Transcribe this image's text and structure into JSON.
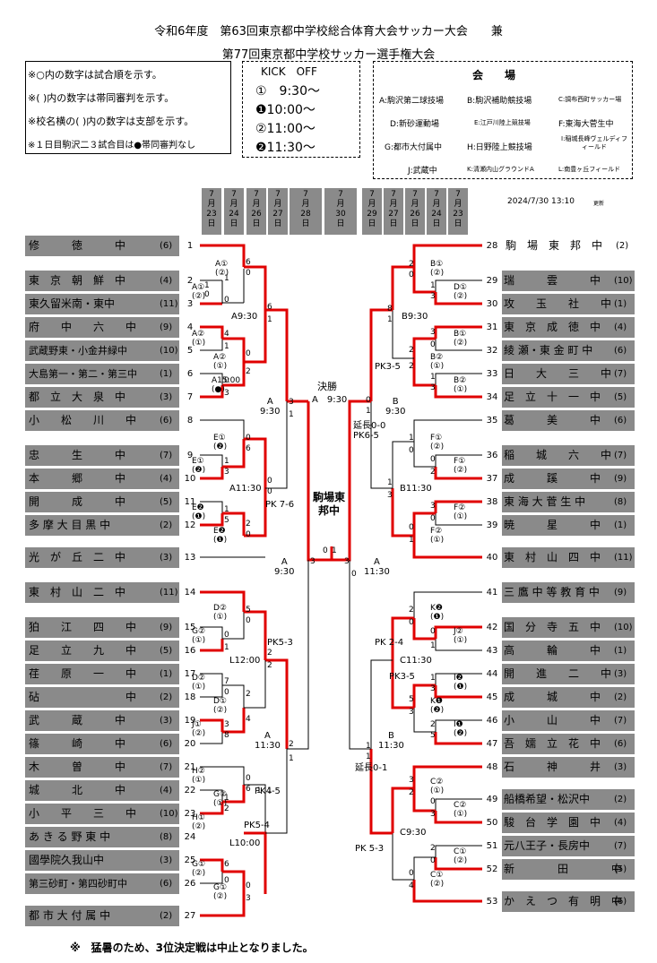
{
  "title_line1": "令和6年度　第63回東京都中学校総合体育大会サッカー大会　　兼",
  "title_line2": "第77回東京都中学校サッカー選手権大会",
  "notes": [
    "※○内の数字は試合順を示す。",
    "※( )内の数字は帯同審判を示す。",
    "※校名横の( )内の数字は支部を示す。",
    "※１日目駒沢二３試合目は●帯同審判なし"
  ],
  "kickoff": {
    "title": "KICK　OFF",
    "times": [
      "①　9:30～",
      "❶10:00～",
      "②11:00～",
      "❷11:30～"
    ]
  },
  "venues": {
    "title": "会　　場",
    "items": [
      "A:駒沢第二球技場",
      "B:駒沢補助競技場",
      "C:調布西町サッカー場",
      "D:新砂運動場",
      "E:江戸川陸上競技場",
      "F:東海大菅生中",
      "G:都市大付属中",
      "H:日野陸上競技場",
      "I:稲城長峰ヴェルディフィールド",
      "J:武蔵中",
      "K:清瀬内山グラウンドA",
      "L:南豊ヶ丘フィールド"
    ]
  },
  "dates": [
    [
      "7",
      "月",
      "23",
      "日"
    ],
    [
      "7",
      "月",
      "24",
      "日"
    ],
    [
      "7",
      "月",
      "26",
      "日"
    ],
    [
      "7",
      "月",
      "27",
      "日"
    ],
    [
      "7",
      "月",
      "28",
      "日"
    ],
    [
      "7",
      "月",
      "30",
      "日"
    ],
    [
      "7",
      "月",
      "29",
      "日"
    ],
    [
      "7",
      "月",
      "27",
      "日"
    ],
    [
      "7",
      "月",
      "26",
      "日"
    ],
    [
      "7",
      "月",
      "24",
      "日"
    ],
    [
      "7",
      "月",
      "23",
      "日"
    ]
  ],
  "updated": "2024/7/30 13:10",
  "updated_suffix": "更新",
  "left_teams": [
    {
      "no": "1",
      "name": "修　　　徳　　　中",
      "br": "(6)"
    },
    {
      "no": "2",
      "name": "東　京　朝　鮮　中",
      "br": "(4)"
    },
    {
      "no": "3",
      "name": "東久留米南・東中",
      "br": "(11)"
    },
    {
      "no": "4",
      "name": "府　　中　　六　　中",
      "br": "(9)"
    },
    {
      "no": "5",
      "name": "武蔵野東・小金井緑中",
      "br": "(10)"
    },
    {
      "no": "6",
      "name": "大島第一・第二・第三中",
      "br": "(1)"
    },
    {
      "no": "7",
      "name": "都　立　大　泉　中",
      "br": "(3)"
    },
    {
      "no": "8",
      "name": "小　　松　　川　　中",
      "br": "(6)"
    },
    {
      "no": "9",
      "name": "忠　　　生　　　中",
      "br": "(7)"
    },
    {
      "no": "10",
      "name": "本　　　郷　　　中",
      "br": "(4)"
    },
    {
      "no": "11",
      "name": "開　　　成　　　中",
      "br": "(5)"
    },
    {
      "no": "12",
      "name": "多 摩 大 目 黒 中",
      "br": "(2)"
    },
    {
      "no": "13",
      "name": "光　が　丘　二　中",
      "br": "(3)"
    },
    {
      "no": "14",
      "name": "東　村　山　二　中",
      "br": "(11)"
    },
    {
      "no": "15",
      "name": "狛　　江　　四　　中",
      "br": "(9)"
    },
    {
      "no": "16",
      "name": "足　　立　　九　　中",
      "br": "(5)"
    },
    {
      "no": "17",
      "name": "荏　　原　　一　　中",
      "br": "(1)"
    },
    {
      "no": "18",
      "name": "砧　　　　　　　　中",
      "br": "(2)"
    },
    {
      "no": "19",
      "name": "武　　　蔵　　　中",
      "br": "(3)"
    },
    {
      "no": "20",
      "name": "篠　　　崎　　　中",
      "br": "(6)"
    },
    {
      "no": "21",
      "name": "木　　　曽　　　中",
      "br": "(7)"
    },
    {
      "no": "22",
      "name": "城　　　北　　　中",
      "br": "(4)"
    },
    {
      "no": "23",
      "name": "小　　平　　三　　中",
      "br": "(10)"
    },
    {
      "no": "24",
      "name": "あ き る 野 東 中",
      "br": "(8)"
    },
    {
      "no": "25",
      "name": "國學院久我山中",
      "br": "(3)"
    },
    {
      "no": "26",
      "name": "第三砂町・第四砂町中",
      "br": "(6)"
    },
    {
      "no": "27",
      "name": "都 市 大 付 属 中",
      "br": "(2)"
    }
  ],
  "right_teams": [
    {
      "no": "28",
      "name": "駒　場　東　邦　中",
      "br": "(2)"
    },
    {
      "no": "29",
      "name": "瑞　　　雲　　　中",
      "br": "(10)"
    },
    {
      "no": "30",
      "name": "攻　　玉　　社　　中",
      "br": "(1)"
    },
    {
      "no": "31",
      "name": "東　京　成　徳　中",
      "br": "(4)"
    },
    {
      "no": "32",
      "name": "綾 瀬・東 金 町 中",
      "br": "(6)"
    },
    {
      "no": "33",
      "name": "日　　大　　三　　中",
      "br": "(7)"
    },
    {
      "no": "34",
      "name": "足　立　十　一　中",
      "br": "(5)"
    },
    {
      "no": "35",
      "name": "葛　　　美　　　中",
      "br": "(6)"
    },
    {
      "no": "36",
      "name": "稲　　城　　六　　中",
      "br": "(7)"
    },
    {
      "no": "37",
      "name": "成　　　蹊　　　中",
      "br": "(9)"
    },
    {
      "no": "38",
      "name": "東 海 大 菅 生 中",
      "br": "(8)"
    },
    {
      "no": "39",
      "name": "暁　　　星　　　中",
      "br": "(1)"
    },
    {
      "no": "40",
      "name": "東　村　山　四　中",
      "br": "(11)"
    },
    {
      "no": "41",
      "name": "三 鷹 中 等 教 育 中",
      "br": "(9)"
    },
    {
      "no": "42",
      "name": "国　分　寺　五　中",
      "br": "(10)"
    },
    {
      "no": "43",
      "name": "高　　　輪　　　中",
      "br": "(1)"
    },
    {
      "no": "44",
      "name": "開　　進　　二　　中",
      "br": "(3)"
    },
    {
      "no": "45",
      "name": "成　　　城　　　中",
      "br": "(2)"
    },
    {
      "no": "46",
      "name": "小　　　山　　　中",
      "br": "(7)"
    },
    {
      "no": "47",
      "name": "吾　嬬　立　花　中",
      "br": "(6)"
    },
    {
      "no": "48",
      "name": "石　　　神　　　井",
      "br": "(3)"
    },
    {
      "no": "49",
      "name": "船橋希望・松沢中",
      "br": "(2)"
    },
    {
      "no": "50",
      "name": "駿　台　学　園　中",
      "br": "(4)"
    },
    {
      "no": "51",
      "name": "元八王子・長房中",
      "br": "(7)"
    },
    {
      "no": "52",
      "name": "新　　　　田　　　　中",
      "br": "(5)"
    },
    {
      "no": "53",
      "name": "か　え　つ　有　明　中",
      "br": "(6)"
    }
  ],
  "final": {
    "label": "決勝",
    "venue": "A　9:30",
    "winner": "駒場東邦中"
  },
  "footnote": "※　猛暑のため、3位決定戦は中止となりました。"
}
